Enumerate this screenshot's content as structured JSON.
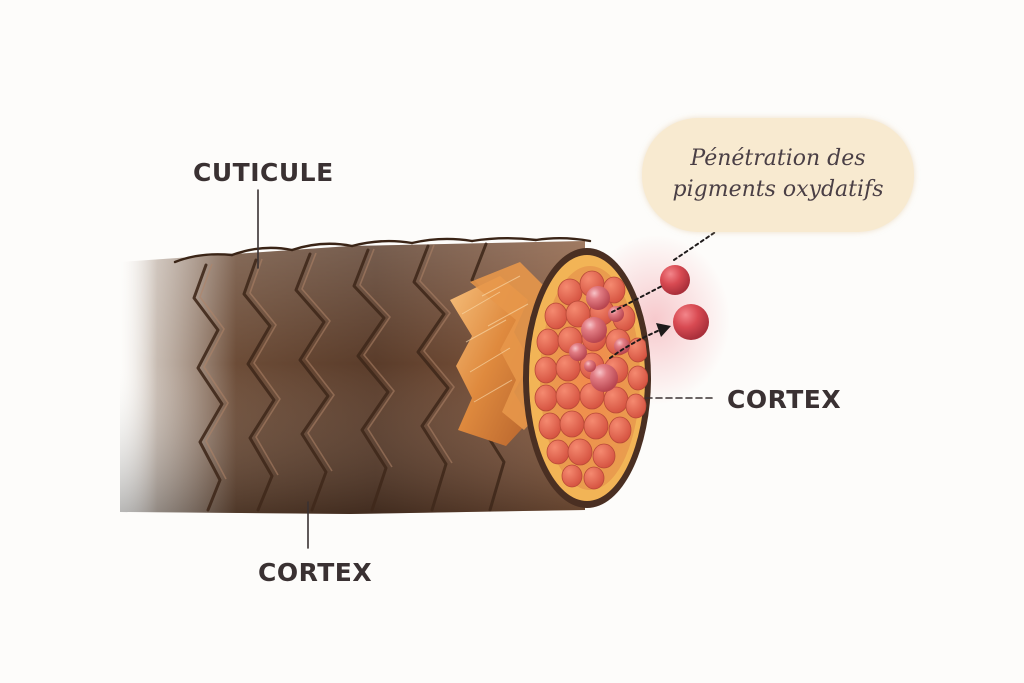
{
  "labels": {
    "cuticule": "CUTICULE",
    "cortex_right": "CORTEX",
    "cortex_bottom": "CORTEX"
  },
  "bubble": {
    "line1": "Pénétration des",
    "line2": "pigments oxydatifs"
  },
  "colors": {
    "hair_dark": "#5a3e2c",
    "hair_mid": "#8a5f43",
    "scale_edge": "#4a3020",
    "cortex_orange": "#f1a54c",
    "pigment_red": "#d8584a",
    "bubble_bg": "#f8ead0",
    "label_text": "#3a3132"
  }
}
